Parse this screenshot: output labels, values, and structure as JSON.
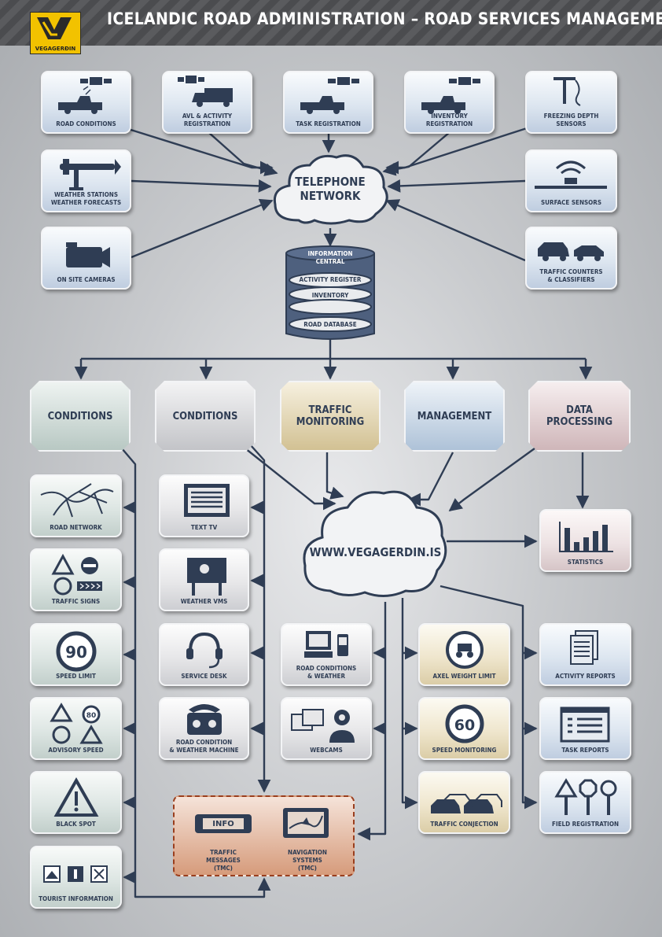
{
  "header": {
    "title": "ICELANDIC ROAD ADMINISTRATION – ROAD SERVICES MANAGEMENT SYSTEM",
    "logo_text": "VEGAGERÐIN"
  },
  "sources": {
    "road_conditions": "ROAD CONDITIONS",
    "avl": "AVL & ACTIVITY\nREGISTRATION",
    "task_registration": "TASK REGISTRATION",
    "inventory_registration": "INVENTORY REGISTRATION",
    "freezing_depth": "FREEZING DEPTH\nSENSORS",
    "weather_stations": "WEATHER STATIONS\nWEATHER FORECASTS",
    "surface_sensors": "SURFACE SENSORS",
    "on_site_cameras": "ON SITE CAMERAS",
    "traffic_counters": "TRAFFIC COUNTERS\n& CLASSIFIERS"
  },
  "network": {
    "label": "TELEPHONE\nNETWORK"
  },
  "database": {
    "title": "INFORMATION\nCENTRAL",
    "layers": [
      "ACTIVITY REGISTER",
      "INVENTORY",
      "ROAD DATABASE"
    ]
  },
  "categories": [
    {
      "label": "CONDITIONS",
      "color": "green"
    },
    {
      "label": "CONDITIONS",
      "color": "grey"
    },
    {
      "label": "TRAFFIC\nMONITORING",
      "color": "yellow"
    },
    {
      "label": "MANAGEMENT",
      "color": "blue"
    },
    {
      "label": "DATA\nPROCESSING",
      "color": "rose"
    }
  ],
  "web": {
    "label": "WWW.VEGAGERDIN.IS"
  },
  "outputs": {
    "road_network": "ROAD NETWORK",
    "traffic_signs": "TRAFFIC SIGNS",
    "speed_limit": "SPEED LIMIT",
    "advisory_speed": "ADVISORY SPEED",
    "black_spot": "BLACK SPOT",
    "tourist_information": "TOURIST INFORMATION",
    "text_tv": "TEXT TV",
    "weather_vms": "WEATHER VMS",
    "service_desk": "SERVICE DESK",
    "road_condition_machine": "ROAD CONDITION\n& WEATHER MACHINE",
    "road_conditions_weather": "ROAD CONDITIONS\n& WEATHER",
    "webcams": "WEBCAMS",
    "axel_weight_limit": "AXEL WEIGHT LIMIT",
    "speed_monitoring": "SPEED MONITORING",
    "traffic_conjection": "TRAFFIC CONJECTION",
    "statistics": "STATISTICS",
    "activity_reports": "ACTIVITY REPORTS",
    "task_reports": "TASK REPORTS",
    "field_registration": "FIELD REGISTRATION"
  },
  "tmc": {
    "traffic_messages": "TRAFFIC\nMESSAGES\n(TMC)",
    "navigation_systems": "NAVIGATION\nSYSTEMS\n(TMC)",
    "display_text": "INFO"
  },
  "signs": {
    "speed_90": "90",
    "speed_60": "60",
    "advisory_80": "80"
  },
  "colors": {
    "dark_blue": "#2f3d54",
    "logo_yellow": "#f2c200",
    "tmc_border": "#9a3e1d"
  }
}
